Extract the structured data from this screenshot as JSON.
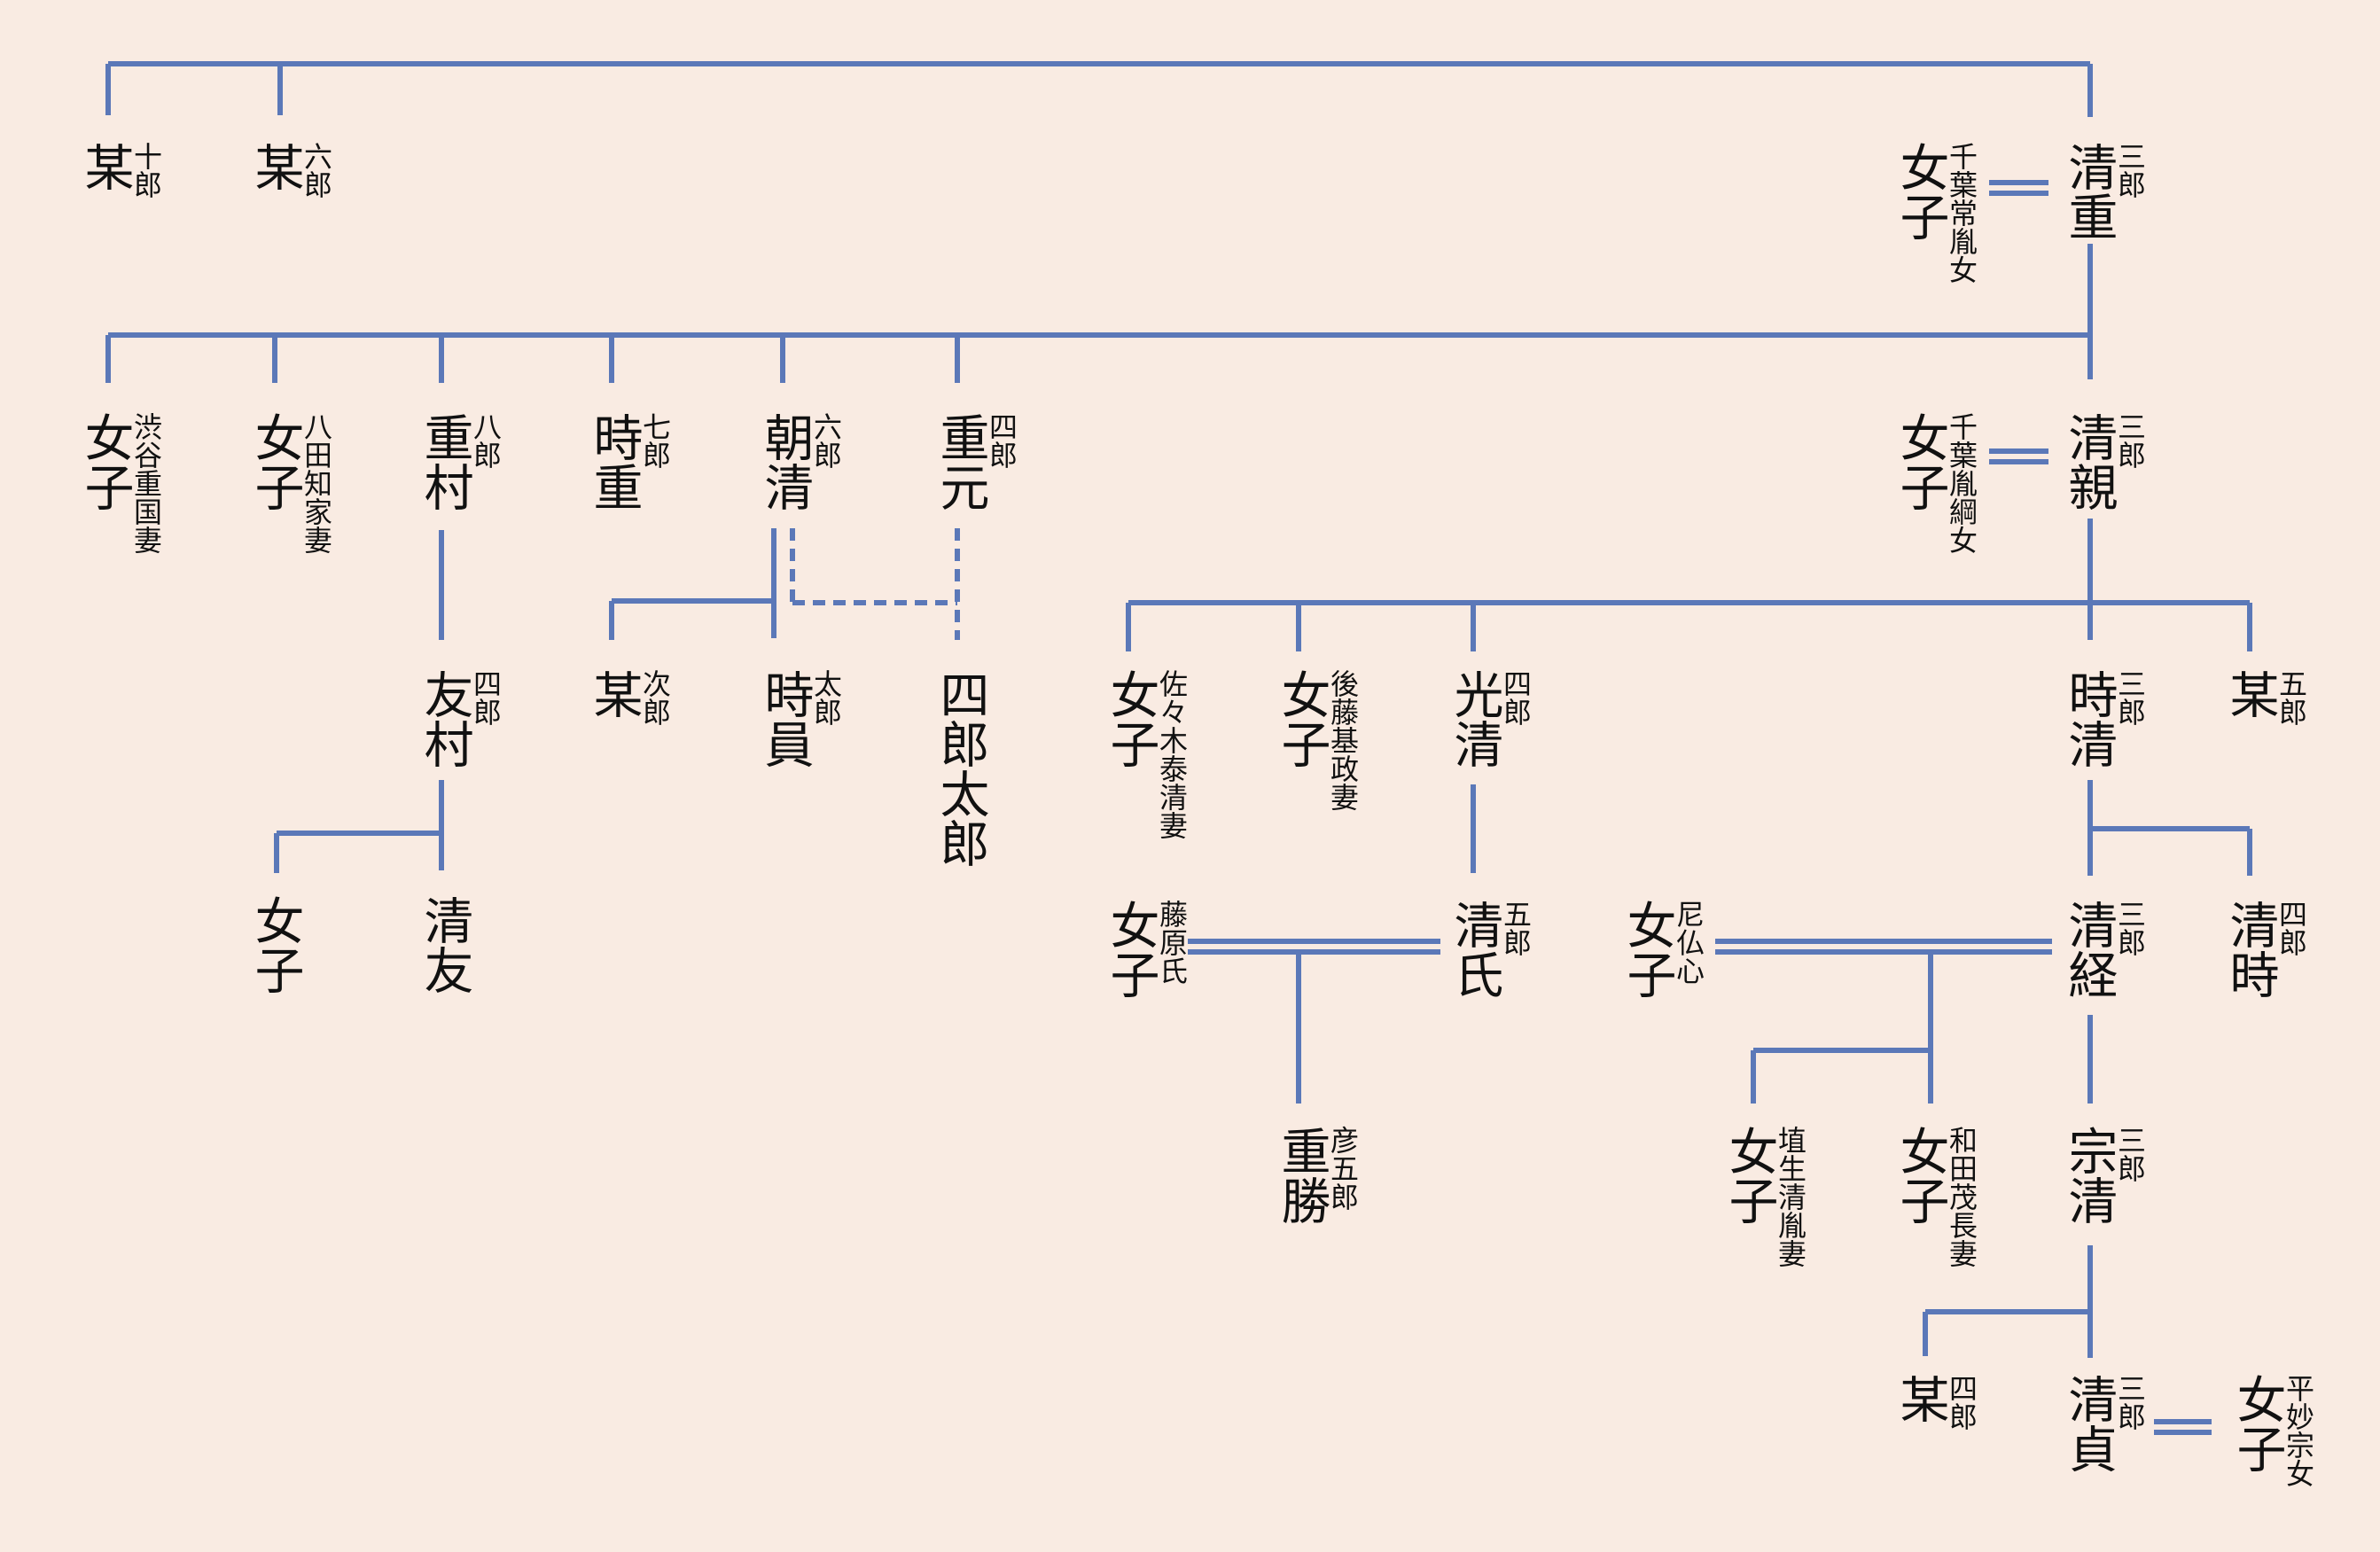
{
  "line_color": "#5b78b8",
  "background": "#f9ebe2",
  "people": [
    {
      "id": "p-bo-jurou",
      "name": "某",
      "title": "十郎"
    },
    {
      "id": "p-bo-rokurou",
      "name": "某",
      "title": "六郎"
    },
    {
      "id": "p-nyoshi-chiba-tsunetane",
      "name": "女子",
      "title": "千葉常胤女"
    },
    {
      "id": "p-kiyoshige",
      "name": "清重",
      "title": "三郎"
    },
    {
      "id": "p-nyoshi-shibuya",
      "name": "女子",
      "title": "渋谷重国妻"
    },
    {
      "id": "p-nyoshi-hatta",
      "name": "女子",
      "title": "八田知家妻"
    },
    {
      "id": "p-shigemura",
      "name": "重村",
      "title": "八郎"
    },
    {
      "id": "p-tokishige",
      "name": "時重",
      "title": "七郎"
    },
    {
      "id": "p-tomokiyo",
      "name": "朝清",
      "title": "六郎"
    },
    {
      "id": "p-shigemoto",
      "name": "重元",
      "title": "四郎"
    },
    {
      "id": "p-nyoshi-chiba-tanetsuna",
      "name": "女子",
      "title": "千葉胤綱女"
    },
    {
      "id": "p-kiyochika",
      "name": "清親",
      "title": "三郎"
    },
    {
      "id": "p-tomomura",
      "name": "友村",
      "title": "四郎"
    },
    {
      "id": "p-bo-jirou",
      "name": "某",
      "title": "次郎"
    },
    {
      "id": "p-tokikazu",
      "name": "時員",
      "title": "太郎"
    },
    {
      "id": "p-shirou-tarou",
      "name": "四郎太郎",
      "title": ""
    },
    {
      "id": "p-nyoshi-sasaki",
      "name": "女子",
      "title": "佐々木泰清妻"
    },
    {
      "id": "p-nyoshi-goto",
      "name": "女子",
      "title": "後藤基政妻"
    },
    {
      "id": "p-mitsukiyo",
      "name": "光清",
      "title": "四郎"
    },
    {
      "id": "p-tokikiyo",
      "name": "時清",
      "title": "三郎"
    },
    {
      "id": "p-bo-gorou",
      "name": "某",
      "title": "五郎"
    },
    {
      "id": "p-nyoshi-tomomura",
      "name": "女子",
      "title": ""
    },
    {
      "id": "p-kiyotomo",
      "name": "清友",
      "title": ""
    },
    {
      "id": "p-nyoshi-fujiwara",
      "name": "女子",
      "title": "藤原氏"
    },
    {
      "id": "p-kiyouji",
      "name": "清氏",
      "title": "五郎"
    },
    {
      "id": "p-nyoshi-nibutsushin",
      "name": "女子",
      "title": "尼仏心"
    },
    {
      "id": "p-kiyotsune",
      "name": "清経",
      "title": "三郎"
    },
    {
      "id": "p-kiyotoki",
      "name": "清時",
      "title": "四郎"
    },
    {
      "id": "p-shigekatsu",
      "name": "重勝",
      "title": "彦五郎"
    },
    {
      "id": "p-nyoshi-hanyu",
      "name": "女子",
      "title": "埴生清胤妻"
    },
    {
      "id": "p-nyoshi-wada",
      "name": "女子",
      "title": "和田茂長妻"
    },
    {
      "id": "p-munekiyo",
      "name": "宗清",
      "title": "三郎"
    },
    {
      "id": "p-bo-shirou",
      "name": "某",
      "title": "四郎"
    },
    {
      "id": "p-kiyosada",
      "name": "清貞",
      "title": "三郎"
    },
    {
      "id": "p-nyoshi-taira",
      "name": "女子",
      "title": "平妙宗女"
    }
  ]
}
